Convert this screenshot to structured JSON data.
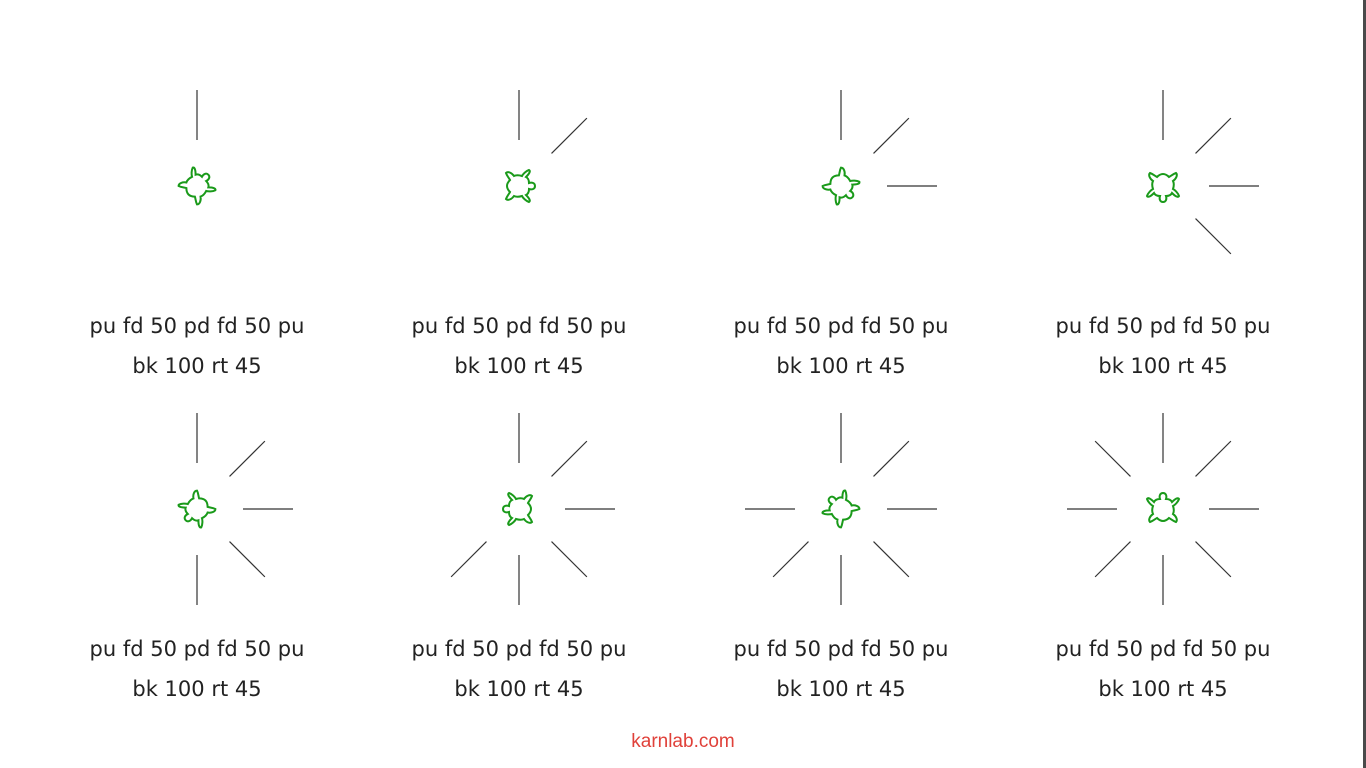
{
  "colors": {
    "turtle": "#1a9a1a",
    "line": "#333333",
    "footer": "#e0413a",
    "text": "#222222"
  },
  "panels": [
    {
      "caption_line1": "pu fd 50 pd fd 50 pu",
      "caption_line2": "bk 100 rt 45",
      "strokes": 1,
      "heading_deg": 45
    },
    {
      "caption_line1": "pu fd 50 pd fd 50 pu",
      "caption_line2": "bk 100 rt 45",
      "strokes": 2,
      "heading_deg": 90
    },
    {
      "caption_line1": "pu fd 50 pd fd 50 pu",
      "caption_line2": "bk 100 rt 45",
      "strokes": 3,
      "heading_deg": 135
    },
    {
      "caption_line1": "pu fd 50 pd fd 50 pu",
      "caption_line2": "bk 100 rt 45",
      "strokes": 4,
      "heading_deg": 180
    },
    {
      "caption_line1": "pu fd 50 pd fd 50 pu",
      "caption_line2": "bk 100 rt 45",
      "strokes": 5,
      "heading_deg": 225
    },
    {
      "caption_line1": "pu fd 50 pd fd 50 pu",
      "caption_line2": "bk 100 rt 45",
      "strokes": 6,
      "heading_deg": 270
    },
    {
      "caption_line1": "pu fd 50 pd fd 50 pu",
      "caption_line2": "bk 100 rt 45",
      "strokes": 7,
      "heading_deg": 315
    },
    {
      "caption_line1": "pu fd 50 pd fd 50 pu",
      "caption_line2": "bk 100 rt 45",
      "strokes": 8,
      "heading_deg": 0
    }
  ],
  "footer": {
    "text": "karnlab.com"
  }
}
